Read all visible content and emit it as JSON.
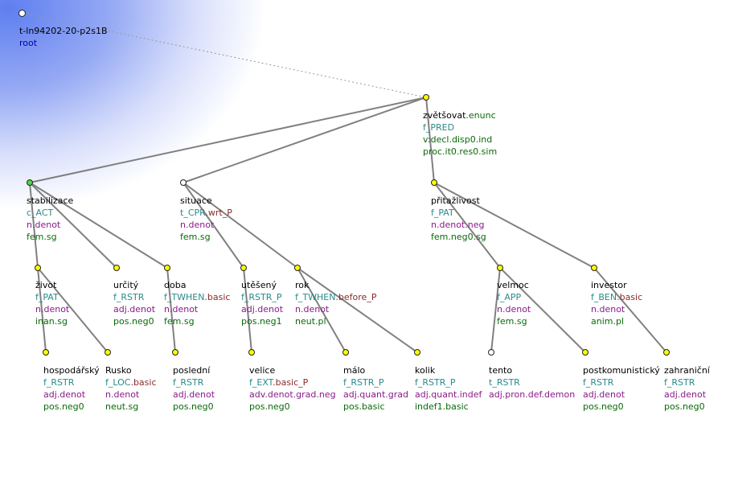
{
  "root": {
    "sentence_id": "t-ln94202-20-p2s1B",
    "label": "root"
  },
  "nodes": {
    "zvetsovat": {
      "lemma": "zvětšovat",
      "suffix": ".enunc",
      "functor": "f_PRED",
      "sem": "v:decl.disp0.ind",
      "gram": "proc.it0.res0.sim"
    },
    "stabilizace": {
      "lemma": "stabilizace",
      "functor": "c_ACT",
      "sem": "n.denot",
      "gram": "fem.sg"
    },
    "situace": {
      "lemma": "situace",
      "functor": "t_CPR",
      "functor_ext": ".wrt_P",
      "sem": "n.denot",
      "gram": "fem.sg"
    },
    "pritazlivost": {
      "lemma": "přitažlivost",
      "functor": "f_PAT",
      "sem": "n.denot.neg",
      "gram": "fem.neg0.sg"
    },
    "zivot": {
      "lemma": "život",
      "functor": "f_PAT",
      "sem": "n.denot",
      "gram": "inan.sg"
    },
    "urcity": {
      "lemma": "určitý",
      "functor": "f_RSTR",
      "sem": "adj.denot",
      "gram": "pos.neg0"
    },
    "doba": {
      "lemma": "doba",
      "functor": "f_TWHEN",
      "functor_ext": ".basic",
      "sem": "n.denot",
      "gram": "fem.sg"
    },
    "uteseny": {
      "lemma": "utěšený",
      "functor": "f_RSTR_P",
      "sem": "adj.denot",
      "gram": "pos.neg1"
    },
    "rok": {
      "lemma": "rok",
      "functor": "f_TWHEN",
      "functor_ext": ".before_P",
      "sem": "n.denot",
      "gram": "neut.pl"
    },
    "velmoc": {
      "lemma": "velmoc",
      "functor": "f_APP",
      "sem": "n.denot",
      "gram": "fem.sg"
    },
    "investor": {
      "lemma": "investor",
      "functor": "f_BEN",
      "functor_ext": ".basic",
      "sem": "n.denot",
      "gram": "anim.pl"
    },
    "hospodarsky": {
      "lemma": "hospodářský",
      "functor": "f_RSTR",
      "sem": "adj.denot",
      "gram": "pos.neg0"
    },
    "rusko": {
      "lemma": "Rusko",
      "functor": "f_LOC",
      "functor_ext": ".basic",
      "sem": "n.denot",
      "gram": "neut.sg"
    },
    "posledni": {
      "lemma": "poslední",
      "functor": "f_RSTR",
      "sem": "adj.denot",
      "gram": "pos.neg0"
    },
    "velice": {
      "lemma": "velice",
      "functor": "f_EXT",
      "functor_ext": ".basic_P",
      "sem": "adv.denot.grad.neg",
      "gram": "pos.neg0"
    },
    "malo": {
      "lemma": "málo",
      "functor": "f_RSTR_P",
      "sem": "adj.quant.grad",
      "gram": "pos.basic"
    },
    "kolik": {
      "lemma": "kolik",
      "functor": "f_RSTR_P",
      "sem": "adj.quant.indef",
      "gram": "indef1.basic"
    },
    "tento": {
      "lemma": "tento",
      "functor": "t_RSTR",
      "sem": "adj.pron.def.demon",
      "gram": ""
    },
    "postkomunisticky": {
      "lemma": "postkomunistický",
      "functor": "f_RSTR",
      "sem": "adj.denot",
      "gram": "pos.neg0"
    },
    "zahranicni": {
      "lemma": "zahraniční",
      "functor": "f_RSTR",
      "sem": "adj.denot",
      "gram": "pos.neg0"
    }
  },
  "colors": {
    "edge": "#808080",
    "node_yellow": "#ffff00",
    "node_green": "#44dd44",
    "node_white": "#ffffff"
  }
}
